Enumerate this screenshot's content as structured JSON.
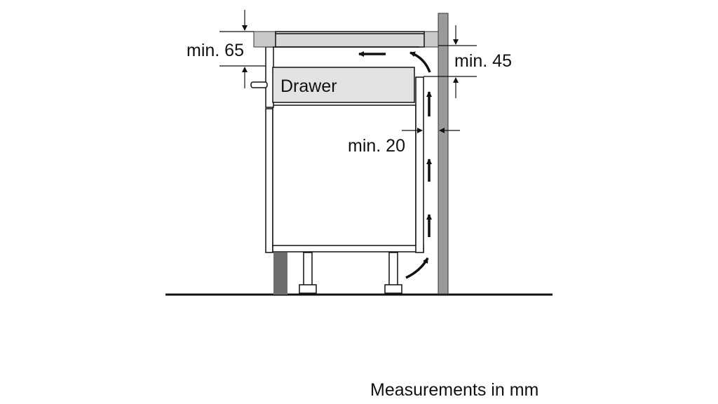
{
  "labels": {
    "drawer": "Drawer",
    "min_top": "min. 65",
    "min_right": "min. 45",
    "min_gap": "min. 20",
    "footer": "Measurements in mm"
  },
  "colors": {
    "stroke": "#111111",
    "cooktop": "#c9c9c9",
    "drawer_fill": "#e3e3e3",
    "wall": "#9a9a9a",
    "plinth": "#6e6e6e",
    "cabinet": "#ffffff"
  }
}
